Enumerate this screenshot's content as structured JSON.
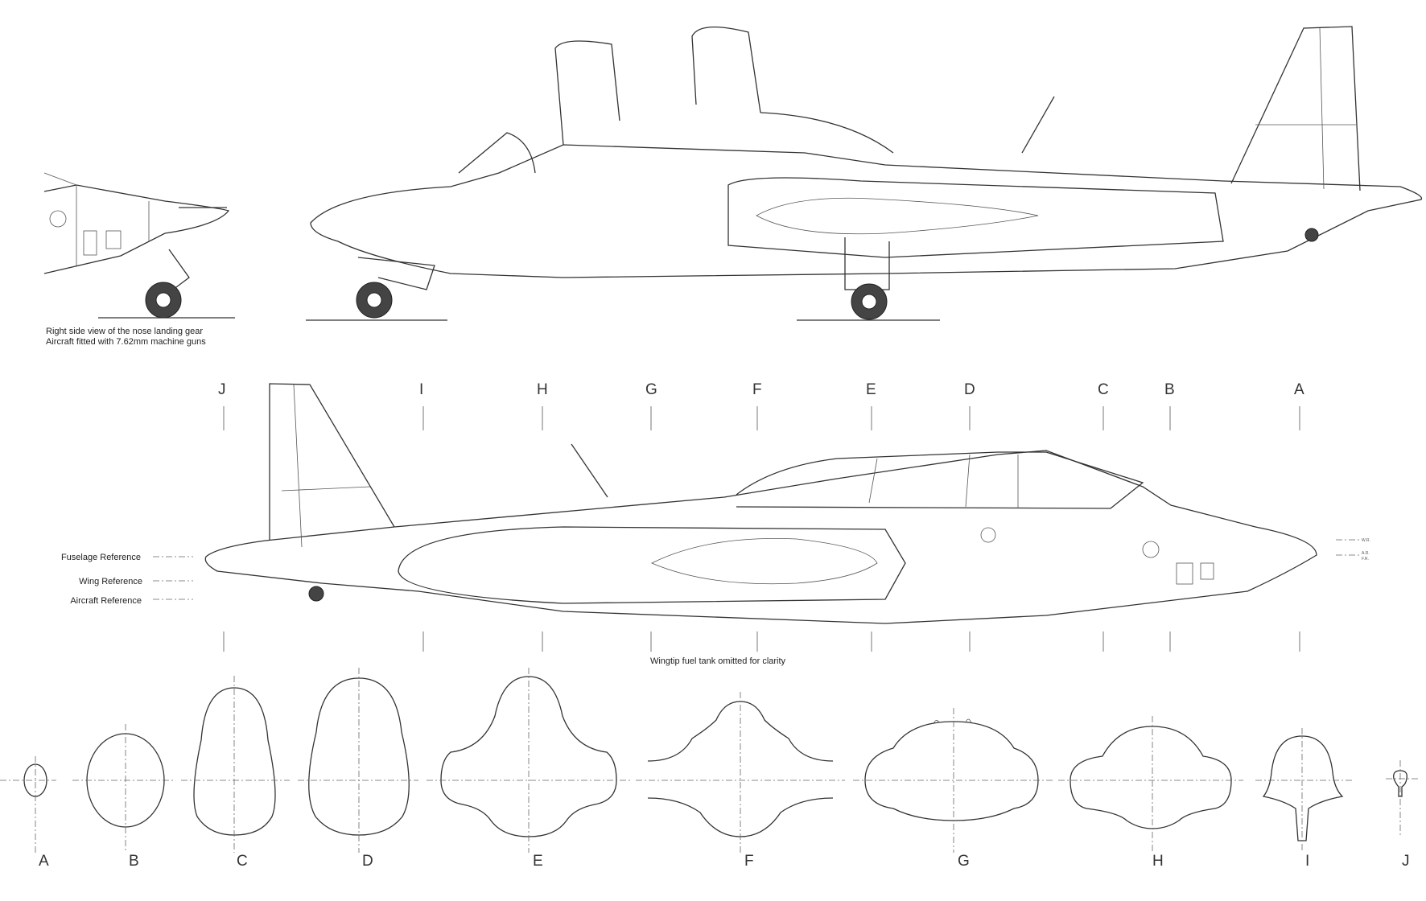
{
  "nose_gear_caption": {
    "line1": "Right side view of the nose landing gear",
    "line2": "Aircraft fitted with 7.62mm machine guns"
  },
  "stations_top": [
    "J",
    "I",
    "H",
    "G",
    "F",
    "E",
    "D",
    "C",
    "B",
    "A"
  ],
  "references": {
    "fuselage": "Fuselage Reference",
    "wing": "Wing Reference",
    "aircraft": "Aircraft Reference",
    "wr_tag": "W.R.",
    "ar_tag": "A.R.",
    "fr_tag": "F.R."
  },
  "wingtip_note": "Wingtip fuel tank omitted for clarity",
  "sections": [
    "A",
    "B",
    "C",
    "D",
    "E",
    "F",
    "G",
    "H",
    "I",
    "J"
  ]
}
